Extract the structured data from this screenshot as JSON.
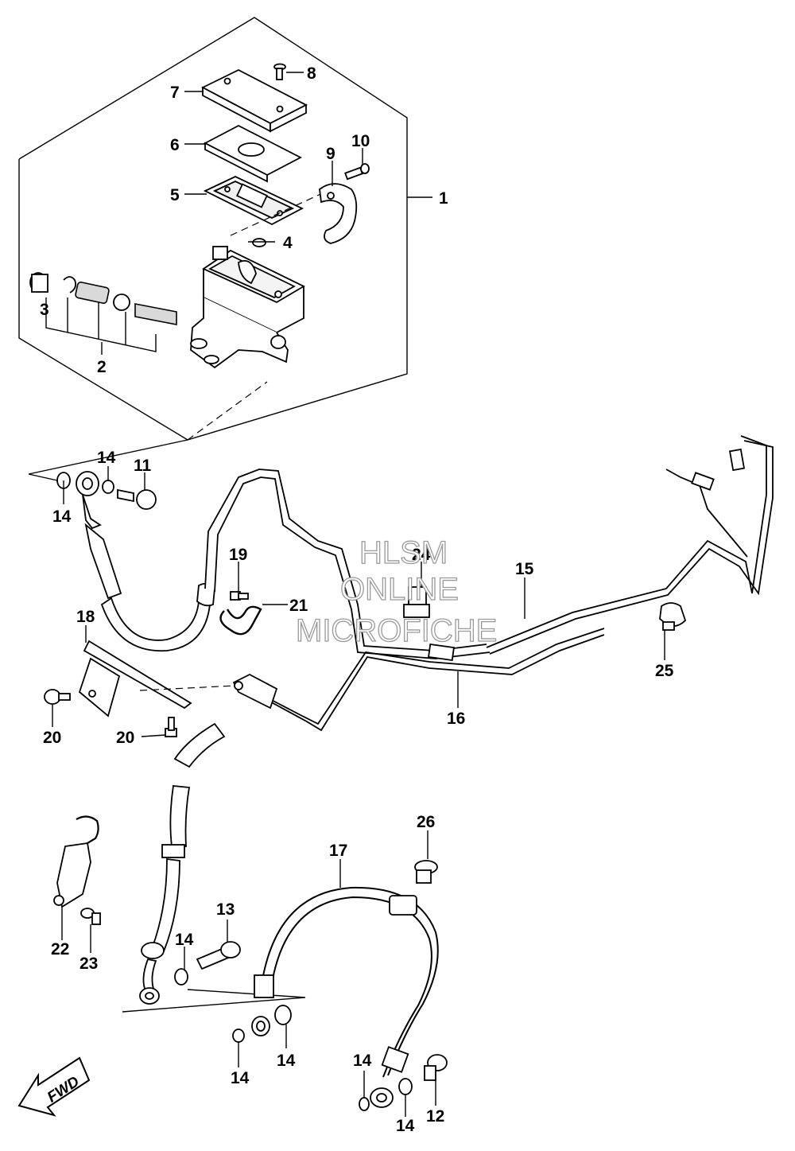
{
  "watermark": {
    "line1": "HLSM",
    "line2": "ONLINE",
    "line3": "MICROFICHE"
  },
  "direction_label": "FWD",
  "callouts": [
    {
      "id": "c1",
      "text": "1"
    },
    {
      "id": "c2",
      "text": "2"
    },
    {
      "id": "c3",
      "text": "3"
    },
    {
      "id": "c4",
      "text": "4"
    },
    {
      "id": "c5",
      "text": "5"
    },
    {
      "id": "c6",
      "text": "6"
    },
    {
      "id": "c7",
      "text": "7"
    },
    {
      "id": "c8",
      "text": "8"
    },
    {
      "id": "c9",
      "text": "9"
    },
    {
      "id": "c10",
      "text": "10"
    },
    {
      "id": "c11",
      "text": "11"
    },
    {
      "id": "c12",
      "text": "12"
    },
    {
      "id": "c13",
      "text": "13"
    },
    {
      "id": "c14a",
      "text": "14"
    },
    {
      "id": "c14b",
      "text": "14"
    },
    {
      "id": "c14c",
      "text": "14"
    },
    {
      "id": "c14d",
      "text": "14"
    },
    {
      "id": "c14e",
      "text": "14"
    },
    {
      "id": "c14f",
      "text": "14"
    },
    {
      "id": "c14g",
      "text": "14"
    },
    {
      "id": "c15",
      "text": "15"
    },
    {
      "id": "c16",
      "text": "16"
    },
    {
      "id": "c17",
      "text": "17"
    },
    {
      "id": "c18",
      "text": "18"
    },
    {
      "id": "c19",
      "text": "19"
    },
    {
      "id": "c20a",
      "text": "20"
    },
    {
      "id": "c20b",
      "text": "20"
    },
    {
      "id": "c21",
      "text": "21"
    },
    {
      "id": "c22",
      "text": "22"
    },
    {
      "id": "c23",
      "text": "23"
    },
    {
      "id": "c24",
      "text": "24"
    },
    {
      "id": "c25",
      "text": "25"
    },
    {
      "id": "c26",
      "text": "26"
    }
  ]
}
